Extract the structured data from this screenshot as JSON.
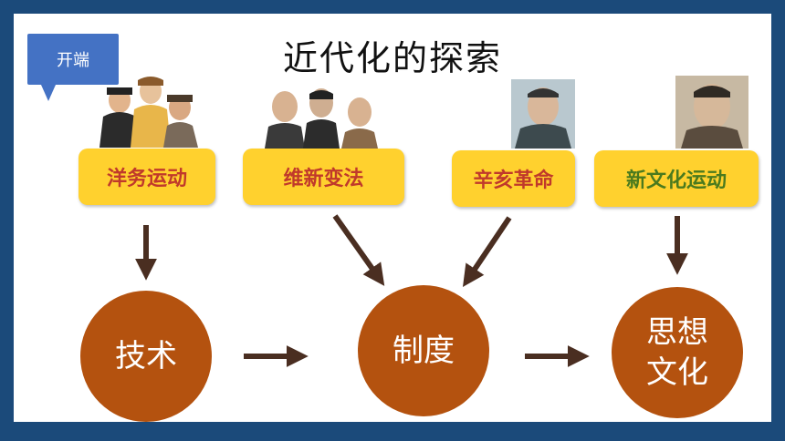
{
  "title": "近代化的探索",
  "callout": "开端",
  "movements": [
    {
      "label": "洋务运动",
      "color": "#c0392b"
    },
    {
      "label": "维新变法",
      "color": "#c0392b"
    },
    {
      "label": "辛亥革命",
      "color": "#c0392b"
    },
    {
      "label": "新文化运动",
      "color": "#4a7a1e"
    }
  ],
  "levels": [
    {
      "label": "技术"
    },
    {
      "label": "制度"
    },
    {
      "label": "思想\n文化"
    }
  ],
  "colors": {
    "border": "#1b4a7a",
    "label_fill": "#ffd12e",
    "circle_fill": "#b4520f",
    "arrow": "#4a2e21",
    "callout": "#4472c4"
  }
}
